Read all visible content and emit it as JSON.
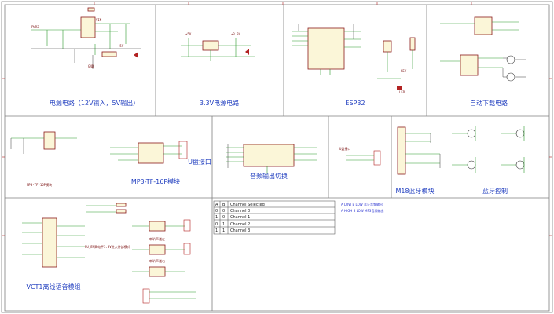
{
  "sections": {
    "power": "电源电路（12V输入，5V输出）",
    "ldo33": "3.3V电源电路",
    "esp32": "ESP32",
    "autodl": "自动下载电路",
    "mp3": "MP3-TF-16P模块",
    "ucon": "U盘接口",
    "audio": "音频输出切换",
    "m18": "M18蓝牙模块",
    "bt_ctrl": "蓝牙控制",
    "vct1": "VCT1离线语音模组"
  },
  "table": {
    "headers": [
      "A",
      "B",
      "Channel Selected"
    ],
    "rows": [
      [
        "0",
        "0",
        "Channel 0"
      ],
      [
        "1",
        "0",
        "Channel 1"
      ],
      [
        "0",
        "1",
        "Channel 2"
      ],
      [
        "1",
        "1",
        "Channel 3"
      ]
    ]
  },
  "notes": {
    "n1": "A LOW B LOW 蓝牙音频输出",
    "n2": "A HIGH B LOW MP3音频输出"
  },
  "small_labels": {
    "mp3_tf": "MP3-TF-16P模块",
    "ucon_small": "U盘接口",
    "pa_note": "PU_EN高电平3.3V进入外部模式",
    "spk_l": "喇叭声道左",
    "spk_r": "喇叭声道右",
    "key": "KEY",
    "led": "LED"
  },
  "colors": {
    "title": "#1f3dbf",
    "chip_fill": "#fbf6d8",
    "chip_stroke": "#8b1a1a",
    "wire": "#2e9b2e",
    "frame": "#7f7f7f"
  }
}
